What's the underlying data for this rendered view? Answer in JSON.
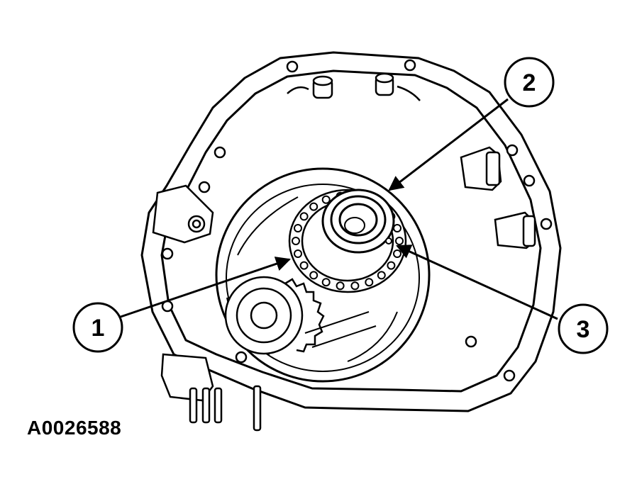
{
  "figure": {
    "id_label": "A0026588",
    "line_color": "#000000",
    "background": "#ffffff"
  },
  "callouts": [
    {
      "number": "1"
    },
    {
      "number": "2"
    },
    {
      "number": "3"
    }
  ]
}
